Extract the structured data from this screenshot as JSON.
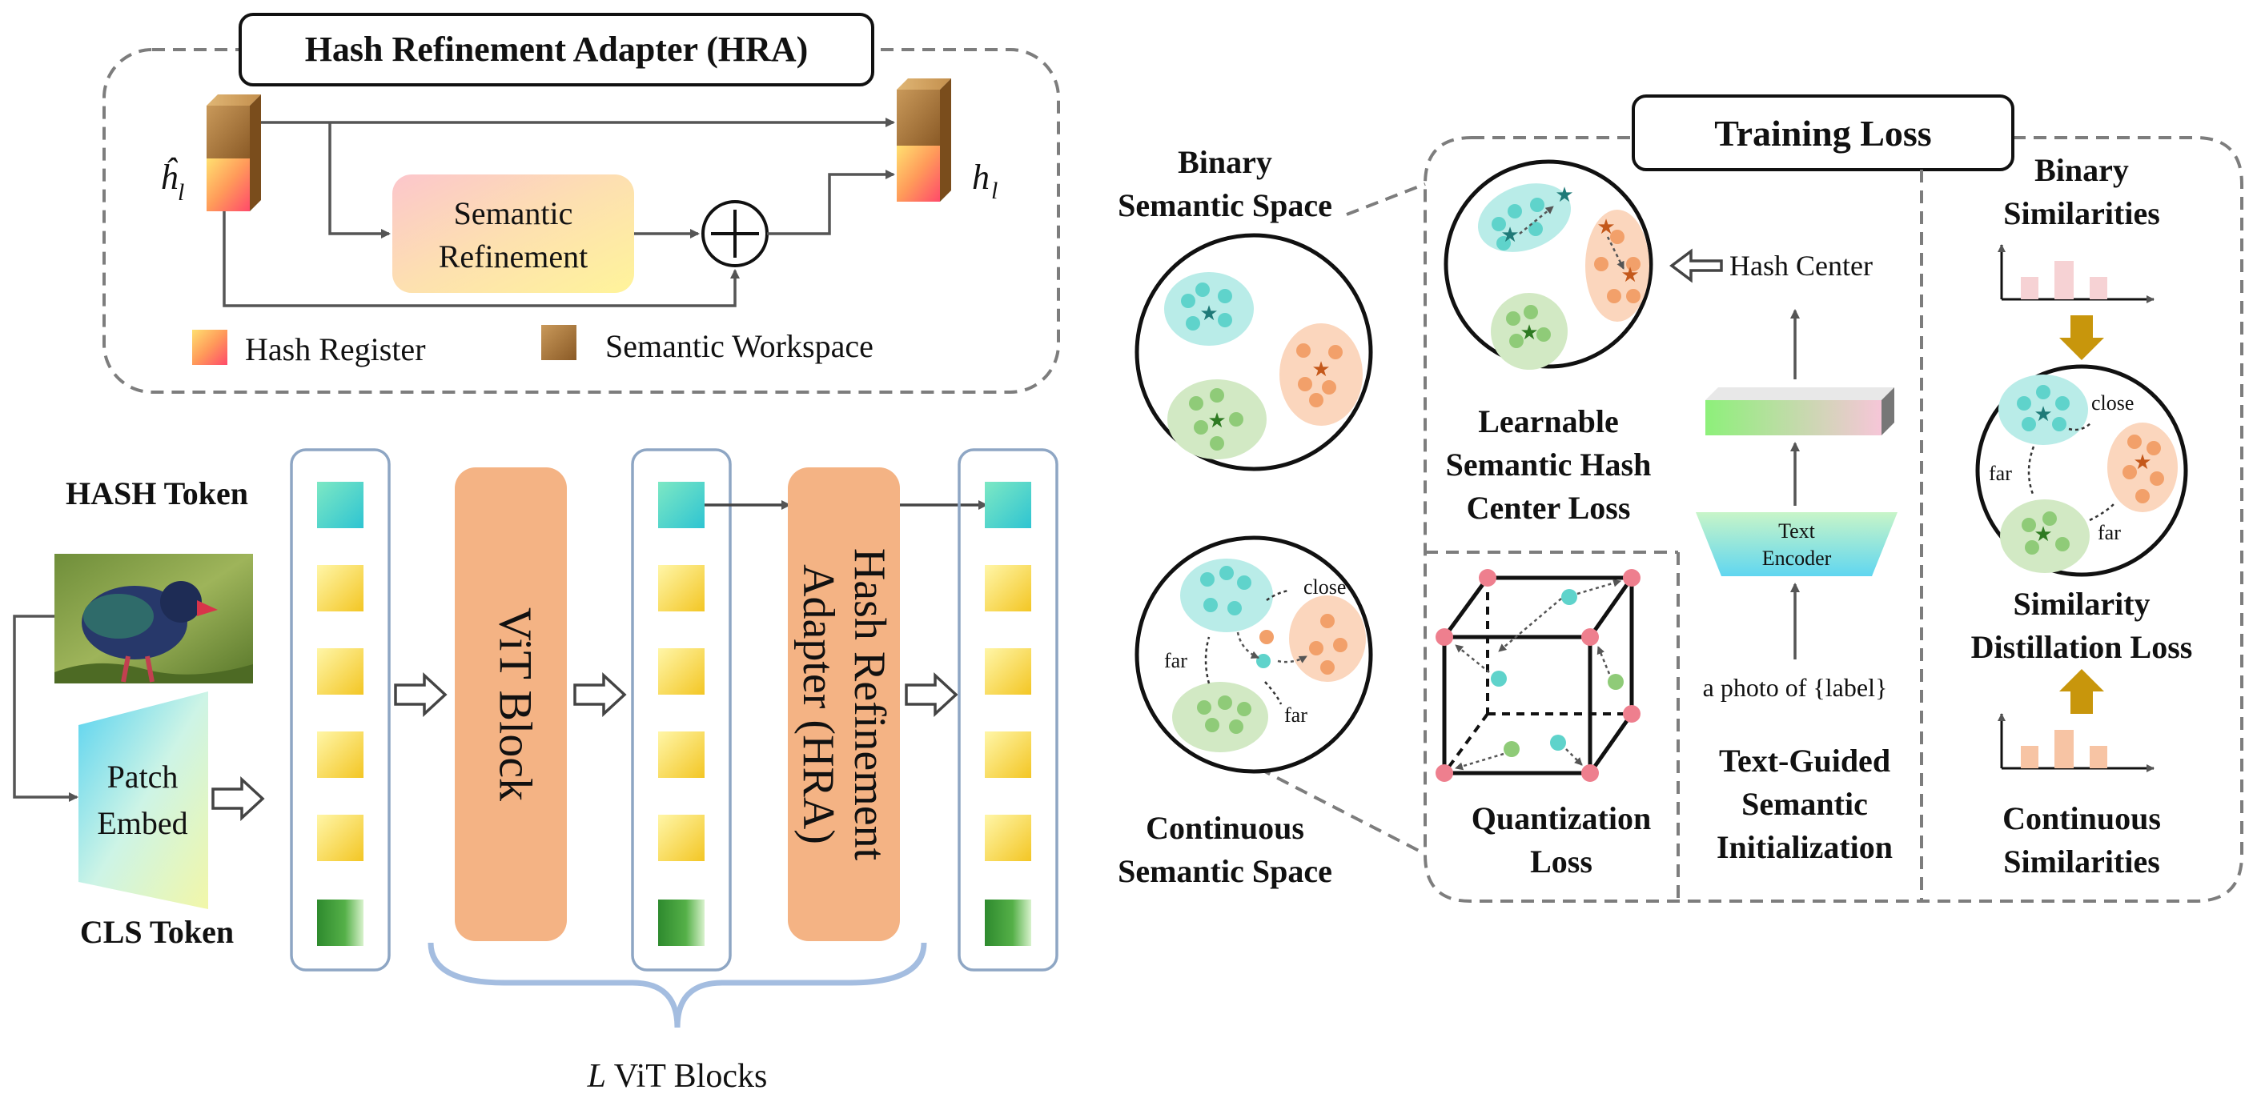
{
  "hra": {
    "title": "Hash Refinement Adapter (HRA)",
    "input_label": "ĥ",
    "input_sub": "l",
    "output_label": "h",
    "output_sub": "l",
    "semantic_refinement_line1": "Semantic",
    "semantic_refinement_line2": "Refinement",
    "plus_symbol": "+",
    "legend_hash_register": "Hash Register",
    "legend_semantic_workspace": "Semantic Workspace"
  },
  "pipeline": {
    "hash_token_label": "HASH Token",
    "cls_token_label": "CLS Token",
    "patch_embed_line1": "Patch",
    "patch_embed_line2": "Embed",
    "vit_block_label": "ViT Block",
    "hra_block_line1": "Hash Refinement",
    "hra_block_line2": "Adapter (HRA)",
    "brace_label_italic": "L",
    "brace_label_rest": " ViT Blocks",
    "image_icon": "bird-photo"
  },
  "training": {
    "title": "Training Loss",
    "binary_space_line1": "Binary",
    "binary_space_line2": "Semantic Space",
    "continuous_space_line1": "Continuous",
    "continuous_space_line2": "Semantic Space",
    "hash_center_loss_line1": "Learnable",
    "hash_center_loss_line2": "Semantic Hash",
    "hash_center_loss_line3": "Center Loss",
    "hash_center_label": "Hash Center",
    "text_encoder_line1": "Text",
    "text_encoder_line2": "Encoder",
    "prompt_text": "a photo of {label}",
    "text_guided_line1": "Text-Guided",
    "text_guided_line2": "Semantic",
    "text_guided_line3": "Initialization",
    "quantization_line1": "Quantization",
    "quantization_line2": "Loss",
    "binary_sim_line1": "Binary",
    "binary_sim_line2": "Similarities",
    "similarity_distill_line1": "Similarity",
    "similarity_distill_line2": "Distillation Loss",
    "continuous_sim_line1": "Continuous",
    "continuous_sim_line2": "Similarities",
    "close_label": "close",
    "far_label": "far"
  },
  "colors": {
    "cyan_cluster": "#b9ece8",
    "cyan_dot": "#5fd3cb",
    "orange_cluster": "#fbd6bd",
    "orange_dot": "#f2a06a",
    "green_cluster": "#d2e9c4",
    "green_dot": "#8fcb78",
    "block_orange": "#f4b384",
    "frame_blue": "#8ea6c4",
    "brace_blue": "#a4bde0",
    "gold_arrow": "#c8960c",
    "cube_vertex": "#ee7f8e"
  }
}
